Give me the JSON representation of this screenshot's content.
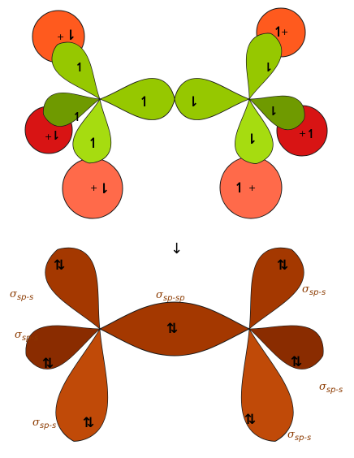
{
  "colors": {
    "hybrid_lobe": "#96c800",
    "hybrid_lobe_dark": "#6f9a00",
    "hybrid_lobe_light": "#a6dc10",
    "s_orbital_orange": "#ff5a1e",
    "s_orbital_red": "#d81414",
    "s_orbital_salmon": "#ff6a4a",
    "bond_orbital": "#a43800",
    "bond_orbital_dark": "#8a2c00",
    "bond_orbital_light": "#c04a08",
    "label": "#8b3a00"
  },
  "symbols": {
    "spin_up": "↿",
    "spin_down": "⇂",
    "spin_pair": "⇅",
    "plus": "+",
    "reaction_arrow": "↓"
  },
  "labels": {
    "sigma": "σ",
    "sp_s": "sp-s",
    "sp_sp": "sp-sp"
  }
}
